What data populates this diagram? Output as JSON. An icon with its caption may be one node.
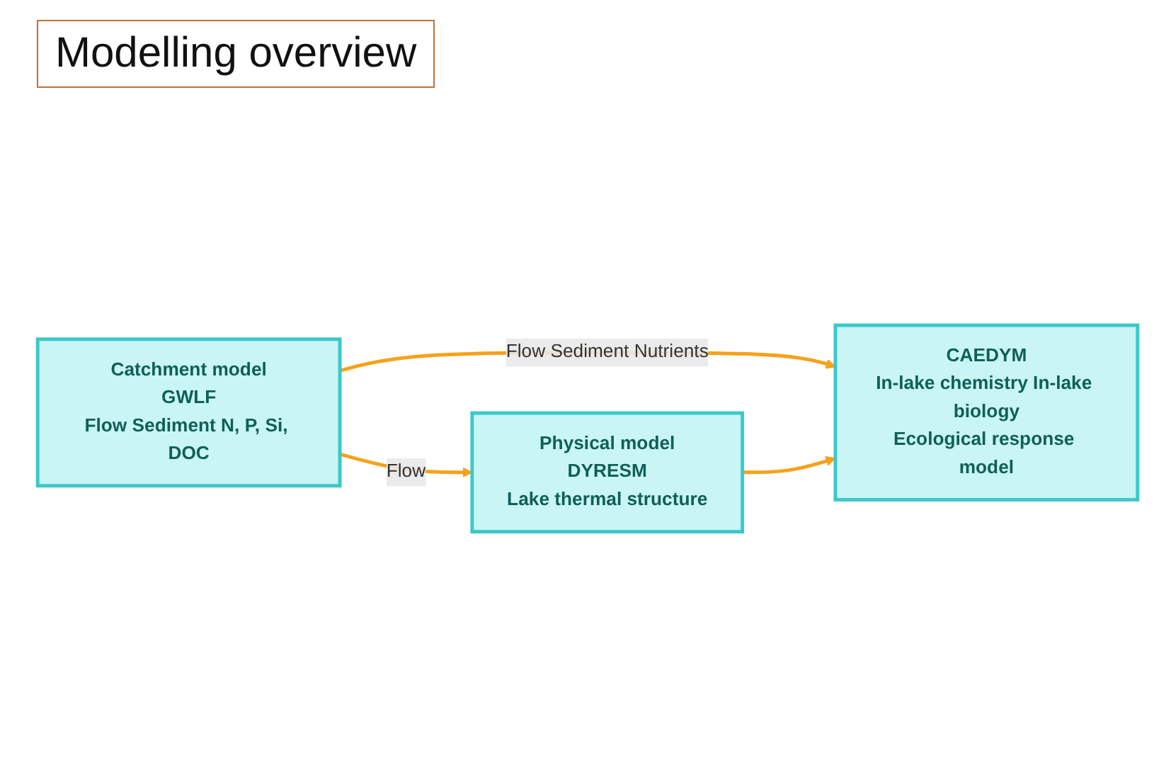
{
  "diagram": {
    "title": "Modelling overview",
    "nodes": [
      {
        "text": [
          "Catchment model",
          "GWLF",
          "Flow Sediment N, P, Si, DOC"
        ]
      },
      {
        "text": [
          "Physical model",
          "DYRESM",
          "Lake thermal structure"
        ]
      },
      {
        "text": [
          "CAEDYM",
          "In-lake chemistry In-lake biology",
          "Ecological response model"
        ]
      }
    ],
    "edges": [
      {
        "from": 0,
        "to": 1,
        "arrow": "to",
        "label": "Flow"
      },
      {
        "from": 0,
        "to": 2,
        "arrow": "to",
        "label": "Flow Sediment Nutrients"
      },
      {
        "from": 1,
        "to": 2,
        "arrow": "to"
      }
    ]
  }
}
